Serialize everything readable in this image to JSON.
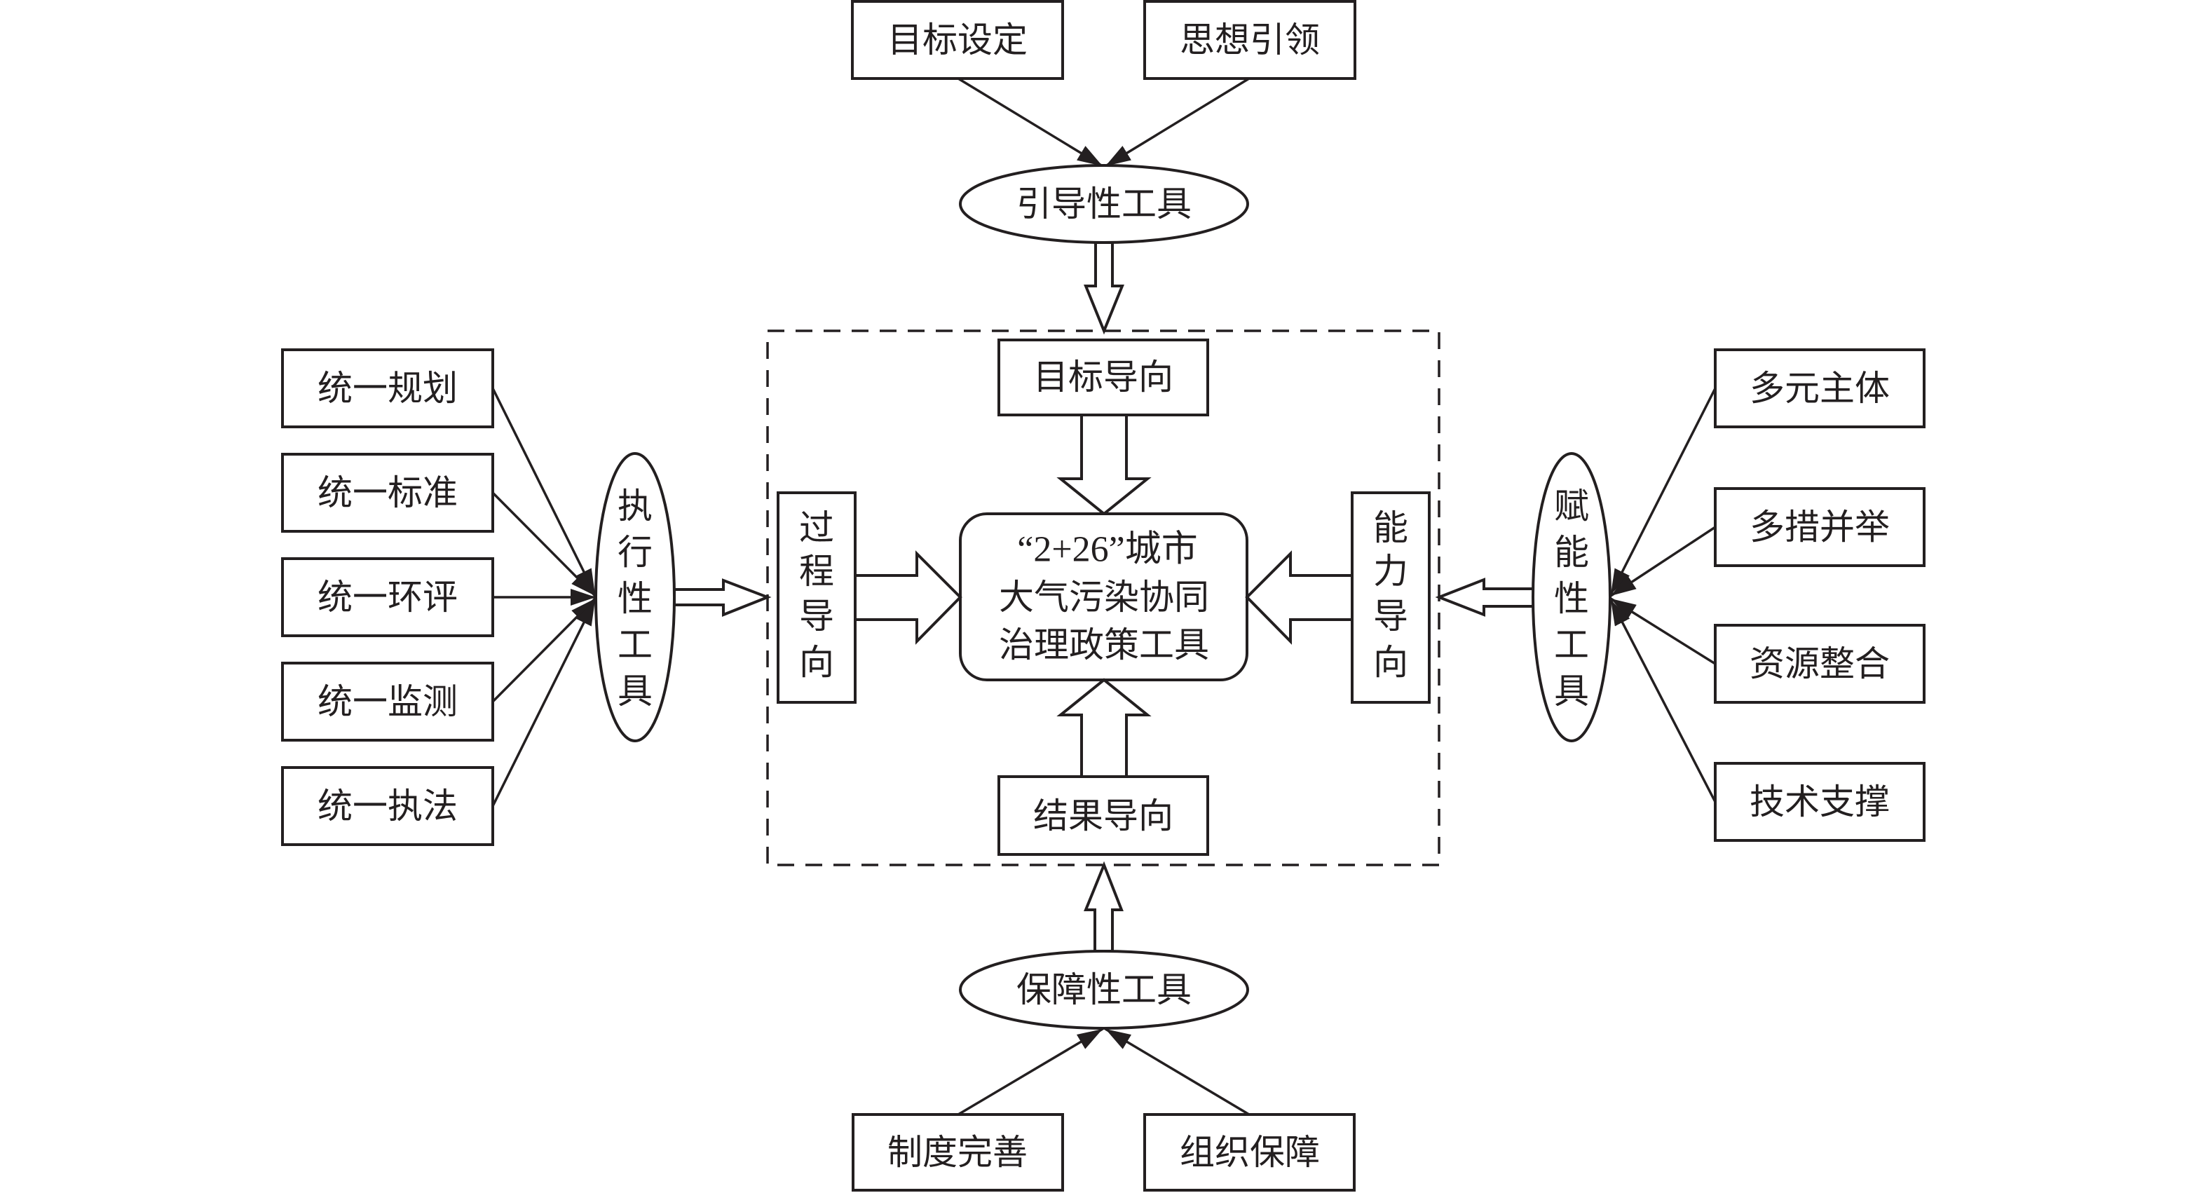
{
  "diagram": {
    "title": "“2+26”城市大气污染协同治理政策工具",
    "center": {
      "lines": [
        "“2+26”城市",
        "大气污染协同",
        "治理政策工具"
      ]
    },
    "orientations": {
      "top": "目标导向",
      "bottom": "结果导向",
      "left": [
        "过",
        "程",
        "导",
        "向"
      ],
      "right": [
        "能",
        "力",
        "导",
        "向"
      ]
    },
    "tool_groups": {
      "guiding": {
        "label": "引导性工具",
        "inputs": [
          "目标设定",
          "思想引领"
        ]
      },
      "safeguard": {
        "label": "保障性工具",
        "inputs": [
          "制度完善",
          "组织保障"
        ]
      },
      "executive": {
        "label_chars": [
          "执",
          "行",
          "性",
          "工",
          "具"
        ],
        "label": "执行性工具",
        "inputs": [
          "统一规划",
          "统一标准",
          "统一环评",
          "统一监测",
          "统一执法"
        ]
      },
      "empowering": {
        "label_chars": [
          "赋",
          "能",
          "性",
          "工",
          "具"
        ],
        "label": "赋能性工具",
        "inputs": [
          "多元主体",
          "多措并举",
          "资源整合",
          "技术支撑"
        ]
      }
    },
    "colors": {
      "stroke": "#231f20",
      "background": "#ffffff"
    }
  }
}
